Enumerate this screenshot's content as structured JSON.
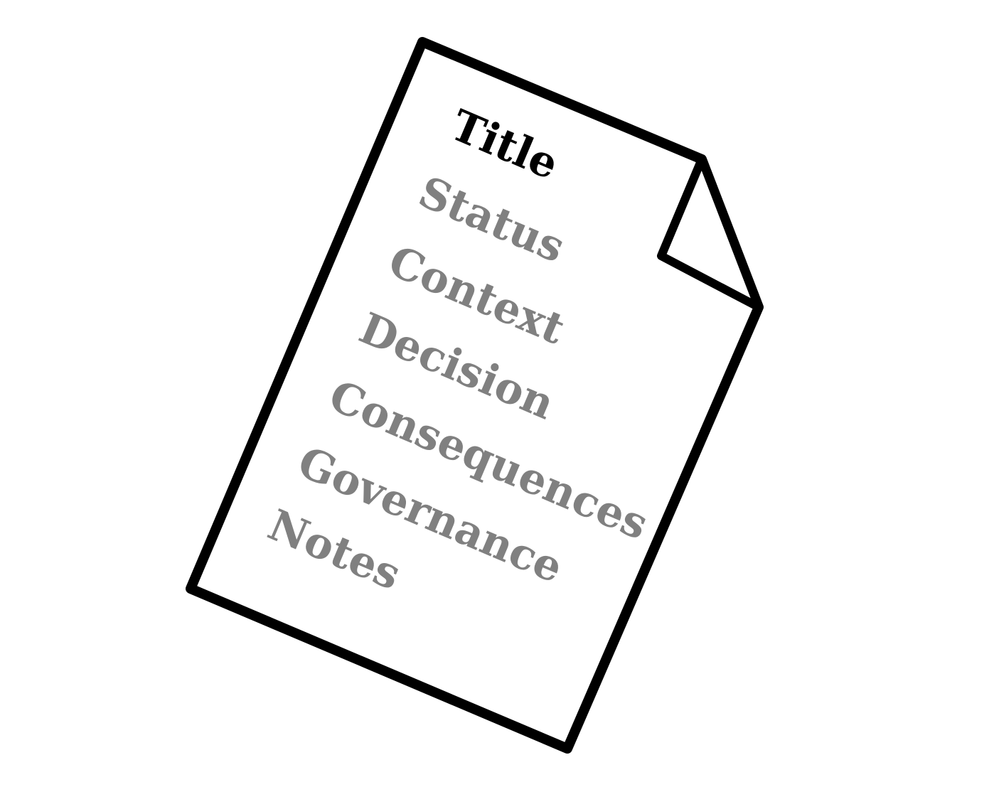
{
  "document": {
    "title": "Title",
    "sections": [
      "Status",
      "Context",
      "Decision",
      "Consequences",
      "Governance",
      "Notes"
    ]
  },
  "colors": {
    "outline": "#000000",
    "title_text": "#000000",
    "section_text": "#808080",
    "paper": "#ffffff"
  }
}
